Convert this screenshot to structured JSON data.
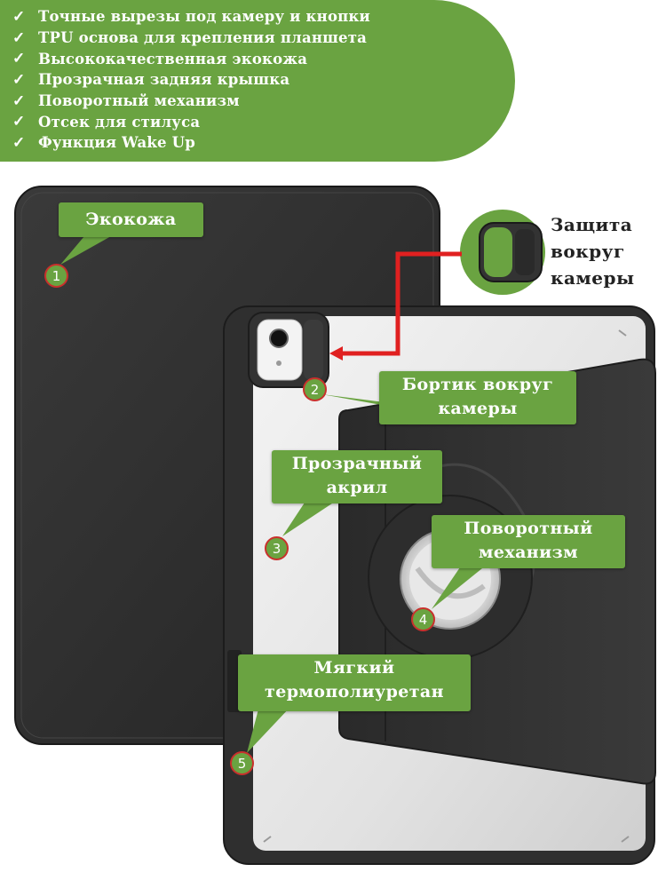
{
  "features": [
    {
      "check": "✓",
      "text": "Точные вырезы под камеру и кнопки"
    },
    {
      "check": "✓",
      "text": "TPU основа для крепления планшета"
    },
    {
      "check": "✓",
      "text": "Высококачественная экокожа"
    },
    {
      "check": "✓",
      "text": "Прозрачная задняя крышка"
    },
    {
      "check": "✓",
      "text": "Поворотный механизм"
    },
    {
      "check": "✓",
      "text": "Отсек для стилуса"
    },
    {
      "check": "✓",
      "text": "Функция Wake Up"
    }
  ],
  "callouts": {
    "c1": {
      "number": "1",
      "text": "Экокожа"
    },
    "c2": {
      "number": "2",
      "line1": "Бортик вокруг",
      "line2": "камеры"
    },
    "c3": {
      "number": "3",
      "line1": "Прозрачный",
      "line2": "акрил"
    },
    "c4": {
      "number": "4",
      "line1": "Поворотный",
      "line2": "механизм"
    },
    "c5": {
      "number": "5",
      "line1": "Мягкий",
      "line2": "термополиуретан"
    }
  },
  "camera_protection": {
    "line1": "Защита",
    "line2": "вокруг",
    "line3": "камеры"
  },
  "colors": {
    "accent_green": "#6aa341",
    "badge_border": "#c9302c",
    "arrow_red": "#e02020",
    "case_black": "#2b2b2b"
  }
}
